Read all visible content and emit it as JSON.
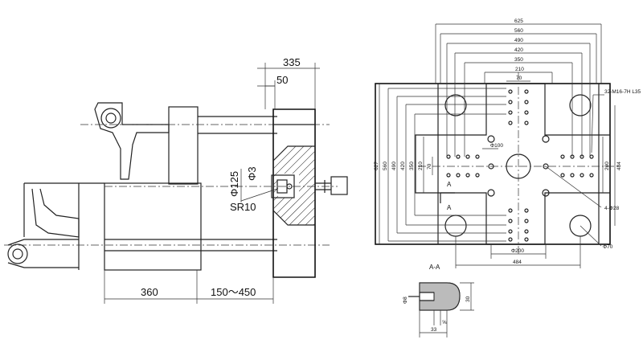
{
  "left_view": {
    "dim_top_335": "335",
    "dim_top_50": "50",
    "dim_phi125": "Φ125",
    "dim_phi3": "Φ3",
    "dim_sr10": "SR10",
    "dim_360": "360",
    "dim_150_450": "150～450"
  },
  "right_view": {
    "widths": [
      "625",
      "560",
      "490",
      "420",
      "350",
      "210",
      "70"
    ],
    "heights": [
      "627",
      "560",
      "490",
      "420",
      "350",
      "210",
      "70"
    ],
    "label_tap": "32-M16-7H L35",
    "label_phi100": "Φ100",
    "label_right_200": "200",
    "label_right_484": "484",
    "label_4phi28": "4-Φ28",
    "label_phi70": "Φ70",
    "label_bottom_phi200": "Φ200",
    "label_bottom_484": "484",
    "section_mark": "A"
  },
  "section_view": {
    "title": "A-A",
    "dim_left": "Φ8",
    "dim_right": "30",
    "dim_small": "⅝",
    "dim_bottom": "33"
  }
}
